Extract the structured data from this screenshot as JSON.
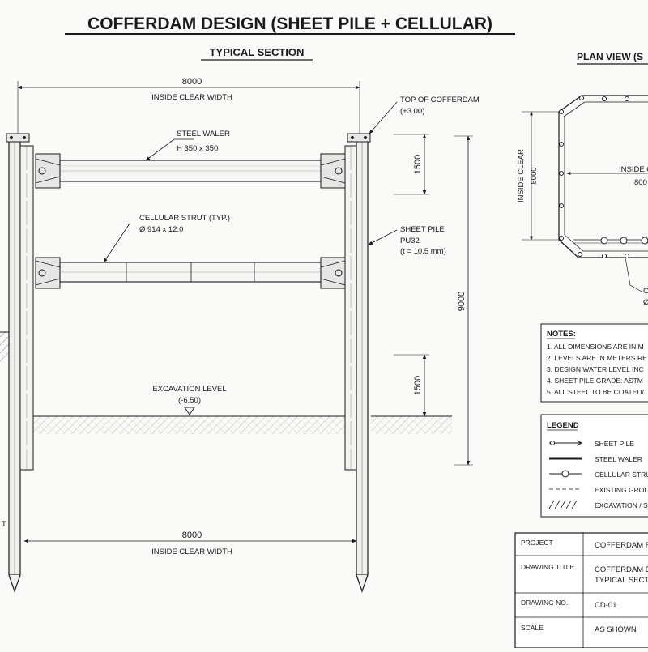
{
  "title": "COFFERDAM DESIGN (SHEET PILE + CELLULAR)",
  "section_title": "TYPICAL SECTION",
  "plan_title": "PLAN VIEW (S",
  "dims": {
    "top_width": "8000",
    "top_width_label": "INSIDE CLEAR WIDTH",
    "bottom_width": "8000",
    "bottom_width_label": "INSIDE CLEAR WIDTH",
    "upper_spacing": "1500",
    "lower_spacing": "1500",
    "overall_height": "9000"
  },
  "labels": {
    "top_cofferdam": "TOP OF COFFERDAM",
    "top_level": "(+3.00)",
    "steel_waler": "STEEL WALER",
    "waler_size": "H 350 x 350",
    "cellular_strut": "CELLULAR STRUT (TYP.)",
    "strut_size": "Ø 914 x 12.0",
    "sheet_pile": "SHEET PILE",
    "pile_type": "PU32",
    "pile_thk": "(t = 10.5 mm)",
    "excavation": "EXCAVATION LEVEL",
    "excavation_level": "(-6.50)",
    "left_edge": "T"
  },
  "plan": {
    "inside_clear_v": "INSIDE CLEAR",
    "inside_clear_v_dim": "8000",
    "inside_clear_h": "INSIDE C",
    "inside_clear_h_dim": "800",
    "callout_1": "C",
    "callout_2": "Ø"
  },
  "notes": {
    "heading": "NOTES:",
    "items": [
      "1.  ALL DIMENSIONS ARE IN M",
      "2.  LEVELS ARE IN METERS RE",
      "3.  DESIGN WATER LEVEL INC",
      "4.  SHEET PILE GRADE: ASTM",
      "5.  ALL STEEL TO BE COATED/"
    ]
  },
  "legend": {
    "heading": "LEGEND",
    "items": [
      {
        "name": "sheet-pile",
        "label": "SHEET PILE"
      },
      {
        "name": "steel-waler",
        "label": "STEEL WALER"
      },
      {
        "name": "cellular-strut",
        "label": "CELLULAR STRU"
      },
      {
        "name": "existing-ground",
        "label": "EXISTING GROU"
      },
      {
        "name": "excavation",
        "label": "EXCAVATION / S"
      }
    ]
  },
  "title_block": {
    "rows": [
      {
        "key": "PROJECT",
        "value": "COFFERDAM FO",
        "value2": ""
      },
      {
        "key": "DRAWING TITLE",
        "value": "COFFERDAM D",
        "value2": "TYPICAL SECTI"
      },
      {
        "key": "DRAWING NO.",
        "value": "CD-01",
        "value2": ""
      },
      {
        "key": "SCALE",
        "value": "AS SHOWN",
        "value2": ""
      }
    ]
  }
}
